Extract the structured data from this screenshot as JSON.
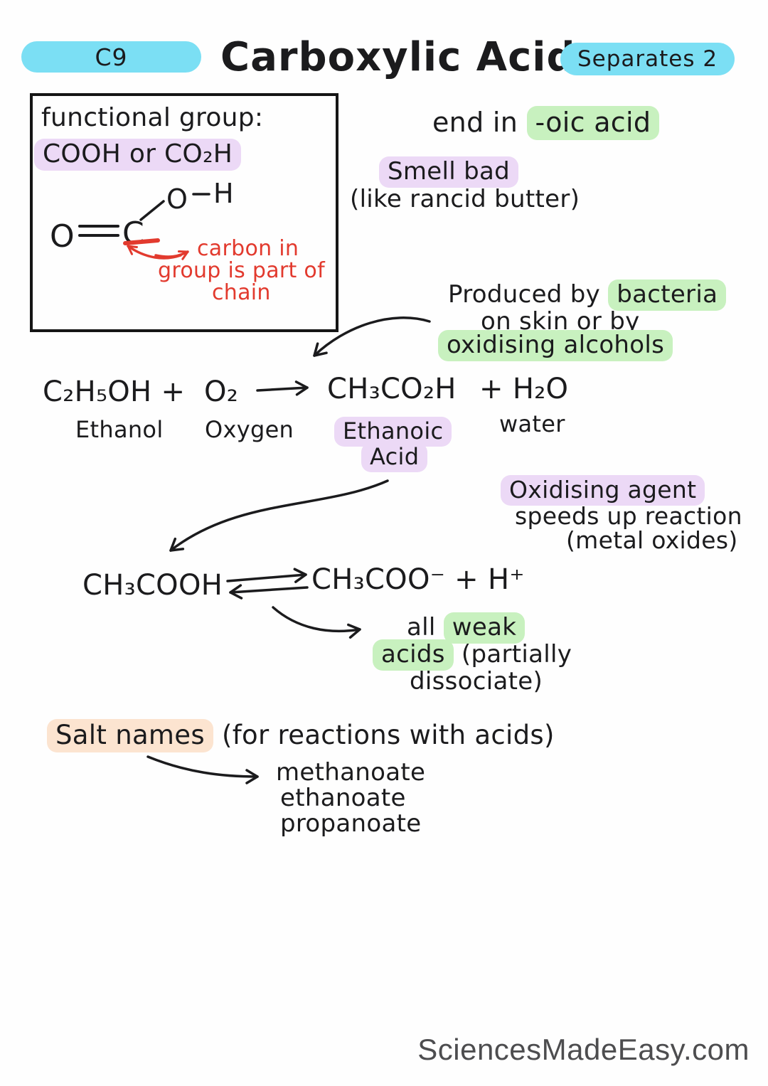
{
  "header": {
    "chapter_code": "C9",
    "title": "Carboxylic Acids",
    "badge": "Separates 2"
  },
  "functional_group_box": {
    "heading": "functional group:",
    "formula_highlight": "COOH or  CO₂H",
    "structure_atoms": {
      "oxygen_left": "O",
      "carbon": "C",
      "oxygen_top": "O",
      "hydrogen": "H"
    },
    "red_note": {
      "line1": "carbon in",
      "line2": "group is part of",
      "line3": "chain"
    }
  },
  "suffix_note": {
    "prefix": "end in",
    "highlighted": "-oic acid"
  },
  "smell_note": {
    "highlighted": "Smell bad",
    "detail": "(like rancid butter)"
  },
  "production_note": {
    "line1_prefix": "Produced by",
    "line1_highlighted": "bacteria",
    "line2": "on skin or by",
    "line3_highlighted": "oxidising alcohols"
  },
  "equation1": {
    "reactant1": "C₂H₅OH +",
    "reactant2": "O₂",
    "product1": "CH₃CO₂H",
    "product2": "+ H₂O",
    "labels": {
      "reactant1": "Ethanol",
      "reactant2": "Oxygen",
      "product1_line1": "Ethanoic",
      "product1_line2": "Acid",
      "product2": "water"
    }
  },
  "oxidising_note": {
    "highlighted": "Oxidising agent",
    "line2": "speeds up reaction",
    "line3": "(metal oxides)"
  },
  "equation2": {
    "lhs": "CH₃COOH",
    "rhs": "CH₃COO⁻ + H⁺"
  },
  "weak_acid_note": {
    "line1_prefix": "all",
    "line1_highlighted": "weak",
    "line2_highlighted": "acids",
    "line2_rest": "(partially",
    "line3": "dissociate)"
  },
  "salt_names": {
    "highlighted": "Salt names",
    "rest": "(for reactions with acids)",
    "items": [
      "methanoate",
      "ethanoate",
      "propanoate"
    ]
  },
  "watermark": "SciencesMadeEasy.com",
  "colors": {
    "cyan_highlight": "#7bdff4",
    "green_highlight": "#c8f1bf",
    "purple_highlight": "#ecd9f6",
    "peach_highlight": "#fce4d0",
    "red_ink": "#e23a2e",
    "ink": "#1b1b1d"
  }
}
